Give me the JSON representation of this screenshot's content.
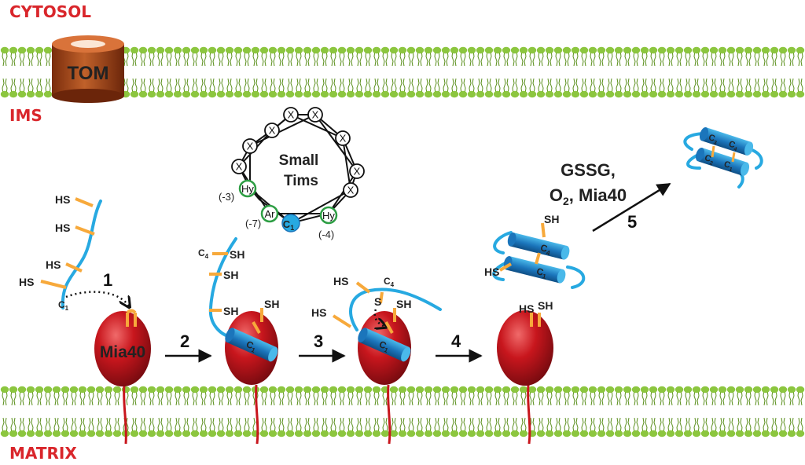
{
  "colors": {
    "region_label": "#d9262b",
    "membrane": "#8cc63f",
    "membrane_tail": "#5a8f1c",
    "mia40": "#c8161d",
    "tom": "#b5541c",
    "protein": "#27a9e1",
    "protein_dark": "#1b75bb",
    "cysteine": "#f7a93b",
    "anchor": "#c8161d",
    "green_residue": "#2e9e44"
  },
  "regions": {
    "cytosol": "CYTOSOL",
    "ims": "IMS",
    "matrix": "MATRIX"
  },
  "tom_label": "TOM",
  "mia40_label": "Mia40",
  "helix": {
    "title_line1": "Small",
    "title_line2": "Tims",
    "x_residues": [
      "X",
      "X",
      "X",
      "X",
      "X",
      "X",
      "X",
      "X"
    ],
    "hy_left": "Hy",
    "hy_right": "Hy",
    "ar": "Ar",
    "c1": "C",
    "c1_sub": "1",
    "pos_left": "(-3)",
    "pos_ar": "(-7)",
    "pos_right": "(-4)"
  },
  "steps": [
    "1",
    "2",
    "3",
    "4",
    "5"
  ],
  "oxidants": {
    "line1": "GSSG,",
    "line2_prefix": "O",
    "line2_sub": "2",
    "line2_suffix": ", Mia40"
  },
  "thiols": {
    "hs": "HS",
    "sh": "SH",
    "s": "S"
  },
  "cys_labels": {
    "c1": "C",
    "c1_sub": "1",
    "c2": "C",
    "c2_sub": "2",
    "c3": "C",
    "c3_sub": "3",
    "c4": "C",
    "c4_sub": "4"
  }
}
